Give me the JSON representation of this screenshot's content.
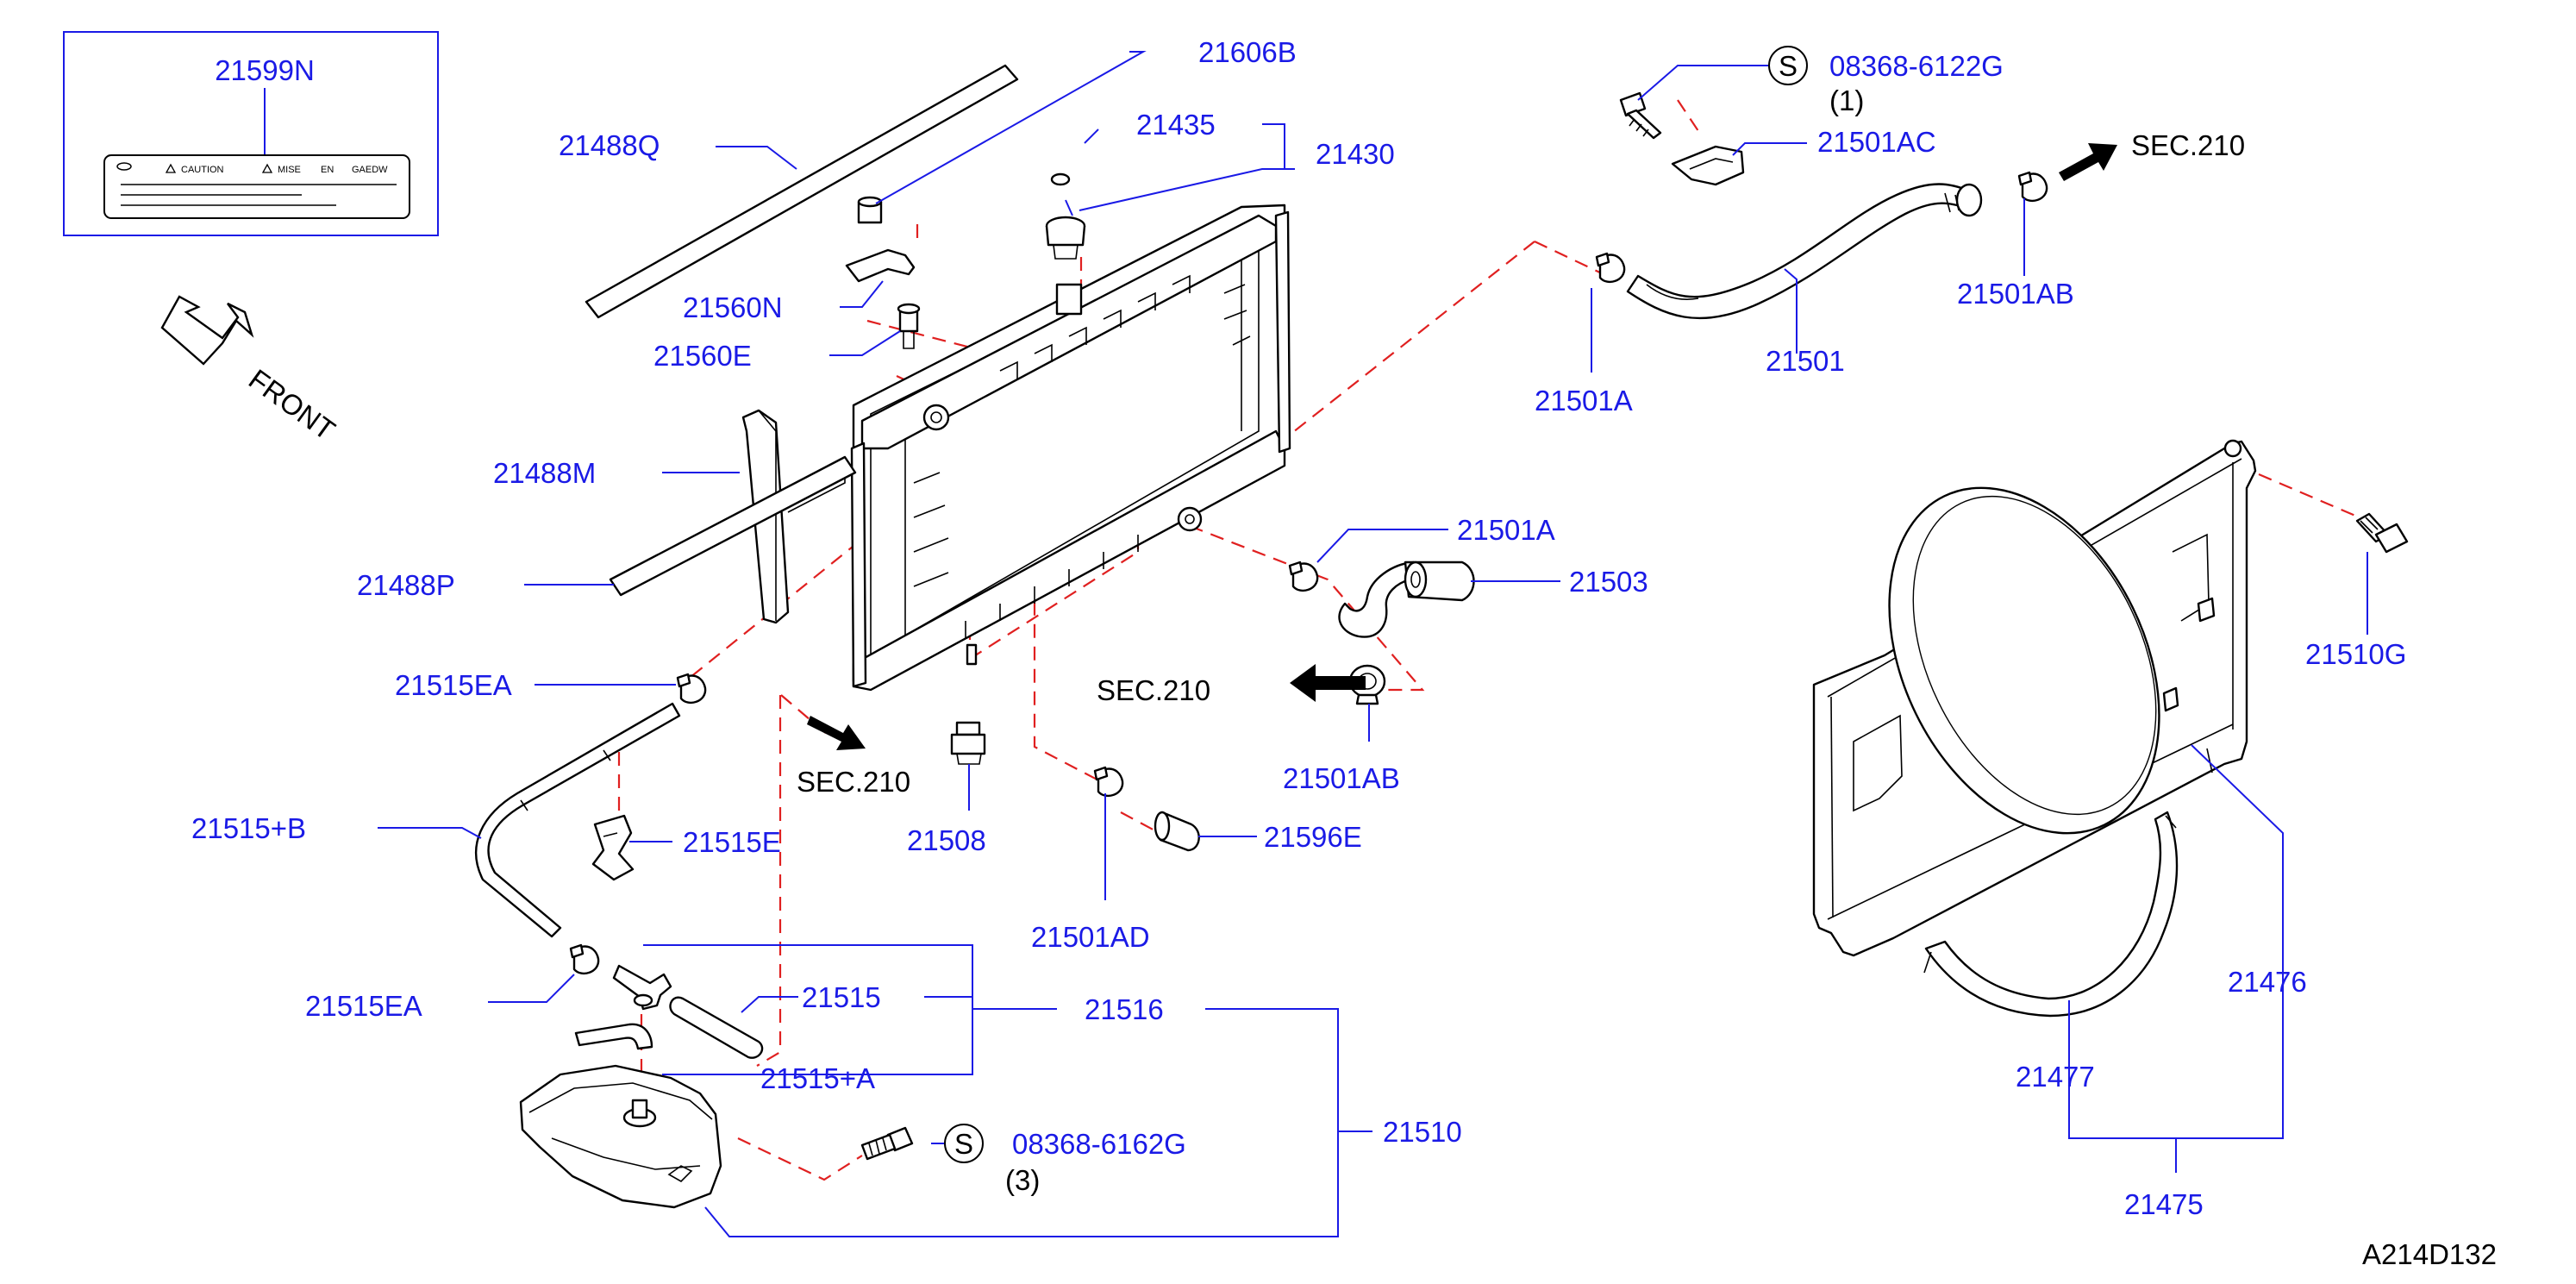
{
  "labels": {
    "p21599N": "21599N",
    "p21488Q": "21488Q",
    "p21606B": "21606B",
    "p21435": "21435",
    "p21430": "21430",
    "p21560N": "21560N",
    "p21560E": "21560E",
    "p21488M": "21488M",
    "p21488P": "21488P",
    "p21515EA_top": "21515EA",
    "p21515B": "21515+B",
    "p21515E": "21515E",
    "p21515EA_bottom": "21515EA",
    "p21515": "21515",
    "p21516": "21516",
    "p21515A": "21515+A",
    "p21510": "21510",
    "p21508": "21508",
    "p21501AD": "21501AD",
    "p21596E": "21596E",
    "p21501A_right": "21501A",
    "p21503": "21503",
    "p21501AB_mid": "21501AB",
    "p21501A_top": "21501A",
    "p21501": "21501",
    "p21501AB_top": "21501AB",
    "p21501AC": "21501AC",
    "p08368_6122G": "08368-6122G",
    "p08368_6162G": "08368-6162G",
    "p21510G": "21510G",
    "p21476": "21476",
    "p21477": "21477",
    "p21475": "21475"
  },
  "annotations": {
    "qty_1": "(1)",
    "qty_3": "(3)",
    "sec_left": "SEC.210",
    "sec_mid": "SEC.210",
    "sec_top": "SEC.210",
    "front": "FRONT",
    "standard_mark": "S",
    "diagram_id": "A214D132"
  },
  "label_plate": {
    "caution": "CAUTION",
    "mise": "MISE",
    "en": "EN",
    "gaedw": "GAEDW"
  },
  "colors": {
    "part_number": "#1a1ae6",
    "leader": "#1a1ae6",
    "dashed_guide": "#e02020",
    "outline": "#000000"
  }
}
